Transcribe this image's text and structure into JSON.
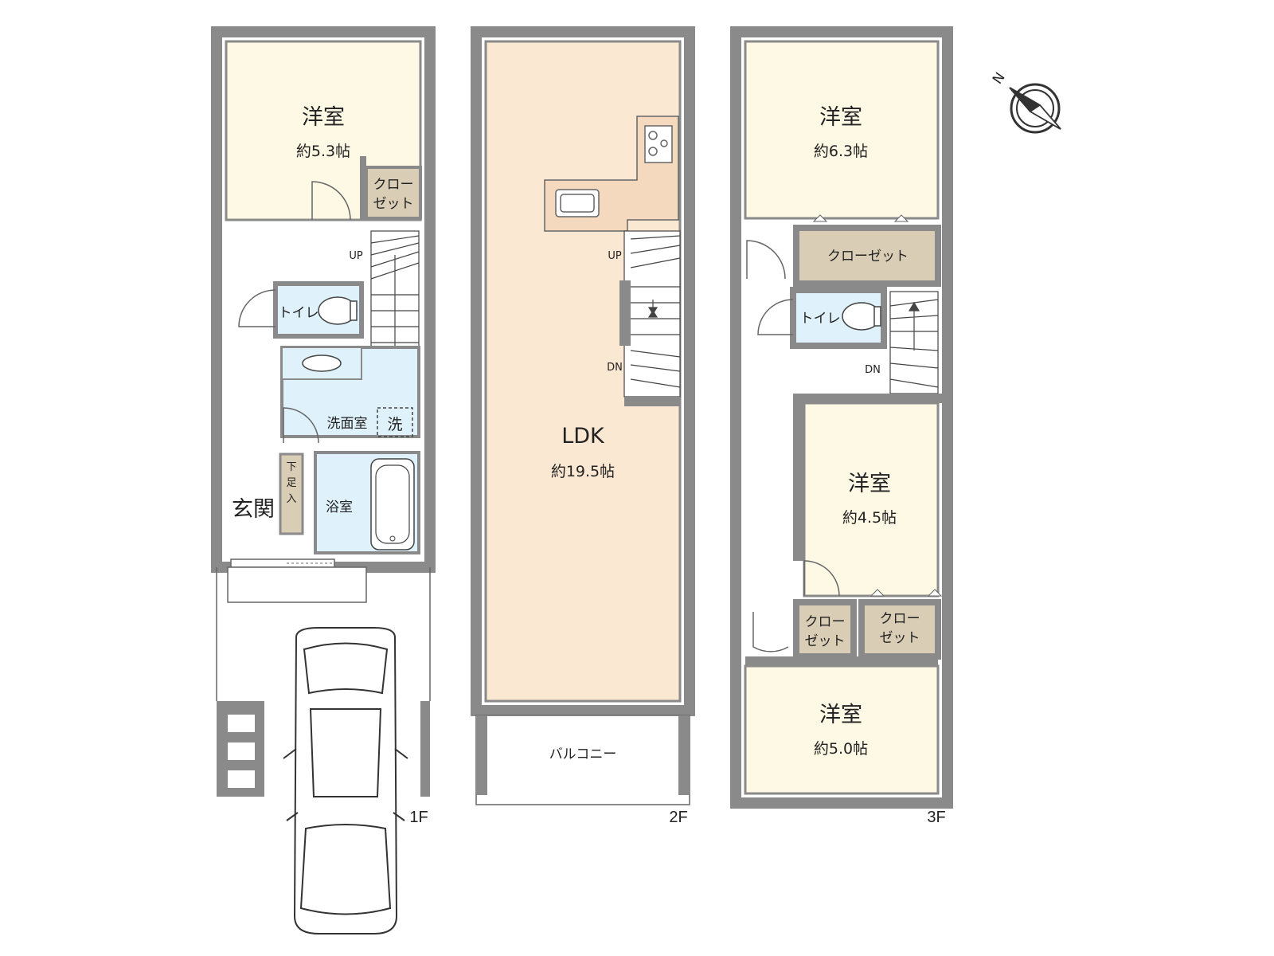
{
  "floors": {
    "f1": {
      "label": "1F",
      "western_room": {
        "name": "洋室",
        "size": "約5.3帖"
      },
      "closet": {
        "line1": "クロー",
        "line2": "ゼット"
      },
      "stairs_up": "UP",
      "toilet": "トイレ",
      "washroom": "洗面室",
      "washer": "洗",
      "shoe_box": {
        "c1": "下",
        "c2": "足",
        "c3": "入"
      },
      "entrance": "玄関",
      "bathroom": "浴室"
    },
    "f2": {
      "label": "2F",
      "ldk": {
        "name": "LDK",
        "size": "約19.5帖"
      },
      "stairs_up": "UP",
      "stairs_down": "DN",
      "balcony": "バルコニー"
    },
    "f3": {
      "label": "3F",
      "room_a": {
        "name": "洋室",
        "size": "約6.3帖"
      },
      "closet_a": "クローゼット",
      "toilet": "トイレ",
      "stairs_down": "DN",
      "room_b": {
        "name": "洋室",
        "size": "約4.5帖"
      },
      "closet_b": {
        "line1": "クロー",
        "line2": "ゼット"
      },
      "closet_c": {
        "line1": "クロー",
        "line2": "ゼット"
      },
      "room_c": {
        "name": "洋室",
        "size": "約5.0帖"
      }
    }
  },
  "compass": {
    "north_label": "N"
  },
  "colors": {
    "wall": "#8a8a8a",
    "western_room": "#fdf9e4",
    "ldk": "#fbe8d2",
    "closet": "#d9ceb5",
    "wet_area": "#dff1fa",
    "kitchen": "#f5d9bf"
  }
}
